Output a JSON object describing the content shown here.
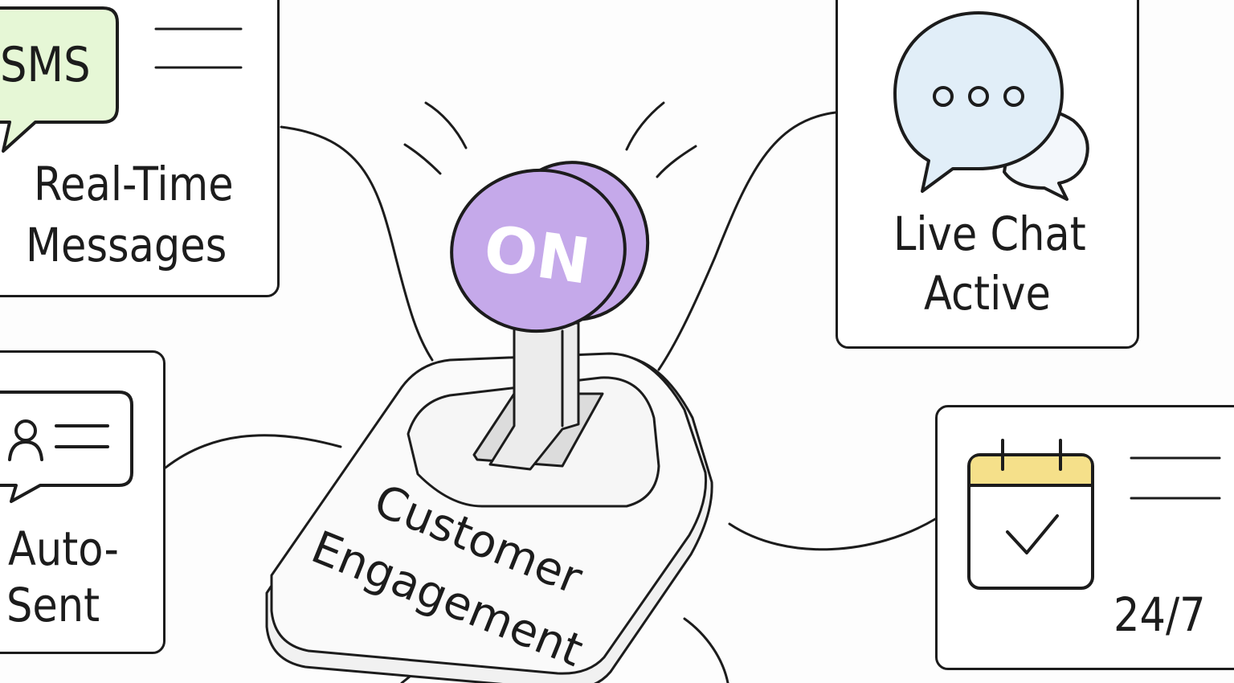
{
  "switch": {
    "state_label": "ON",
    "state_color": "#c5a9ea",
    "base_label_line1": "Customer",
    "base_label_line2": "Engagement"
  },
  "cards": {
    "sms": {
      "badge": "SMS",
      "badge_color": "#e6f7d6",
      "title_line1": "Real-Time",
      "title_line2": "Messages"
    },
    "auto": {
      "title_line1": "Auto-",
      "title_line2": "Sent"
    },
    "chat": {
      "title_line1": "Live Chat",
      "title_line2": "Active",
      "bubble_color": "#e1eef8"
    },
    "always": {
      "title": "24/7",
      "calendar_header_color": "#f5e08a"
    }
  },
  "icons": [
    "sms-bubble-icon",
    "contact-card-icon",
    "chat-bubbles-icon",
    "calendar-check-icon",
    "toggle-switch-icon"
  ]
}
